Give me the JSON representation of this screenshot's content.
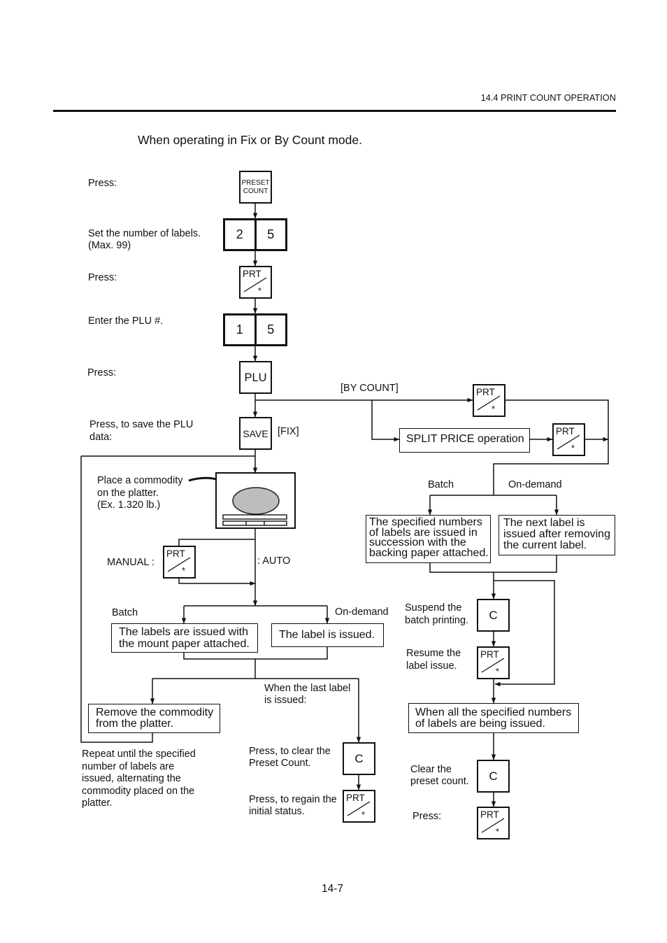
{
  "header": {
    "section_title": "14.4 PRINT COUNT OPERATION"
  },
  "subtitle": "When operating in Fix or By Count mode.",
  "keys": {
    "preset_count": [
      "PRESET",
      "COUNT"
    ],
    "prt_label": "PRT",
    "prt_mark": "*",
    "plu": "PLU",
    "save": "SAVE",
    "clear": "C"
  },
  "setup_steps": {
    "press_preset": "Press:",
    "set_number": [
      "Set the number of labels.",
      "(Max. 99)"
    ],
    "count_digits": [
      "2",
      "5"
    ],
    "press_prt": "Press:",
    "enter_plu": "Enter the PLU #.",
    "plu_digits": [
      "1",
      "5"
    ],
    "press_plu": "Press:",
    "save_plu": [
      "Press, to save the PLU",
      "data:"
    ]
  },
  "fix_mode": {
    "branch_label": "[FIX]",
    "place_commodity": [
      "Place a commodity",
      "on the platter.",
      "(Ex. 1.320 lb.)"
    ],
    "manual": "MANUAL :",
    "auto": ": AUTO",
    "batch": "Batch",
    "on_demand": "On-demand",
    "batch_result": [
      "The labels are issued with",
      "the mount paper attached."
    ],
    "on_demand_result": "The label is issued.",
    "remove_commodity": [
      "Remove the commodity",
      "from the platter."
    ],
    "repeat_note": [
      "Repeat until the specified",
      "number of labels are",
      "issued, alternating the",
      "commodity placed on the",
      "platter."
    ],
    "last_label": [
      "When the last label",
      "is issued:"
    ],
    "clear_preset": [
      "Press, to clear the",
      "Preset Count."
    ],
    "regain_status": [
      "Press, to regain the",
      "initial status."
    ]
  },
  "by_count_mode": {
    "branch_label": "[BY COUNT]",
    "split_price": "SPLIT PRICE operation",
    "batch": "Batch",
    "on_demand": "On-demand",
    "batch_result": [
      "The specified numbers",
      "of labels are issued in",
      "succession with the",
      "backing paper attached."
    ],
    "on_demand_result": [
      "The next label is",
      "issued after removing",
      "the current label."
    ],
    "suspend": [
      "Suspend the",
      "batch printing."
    ],
    "resume": [
      "Resume the",
      "label issue."
    ],
    "all_issued": [
      "When all the specified numbers",
      "of labels are being issued."
    ],
    "clear_preset": [
      "Clear the",
      "preset count."
    ],
    "press": "Press:"
  },
  "footer": {
    "page_number": "14-7"
  }
}
